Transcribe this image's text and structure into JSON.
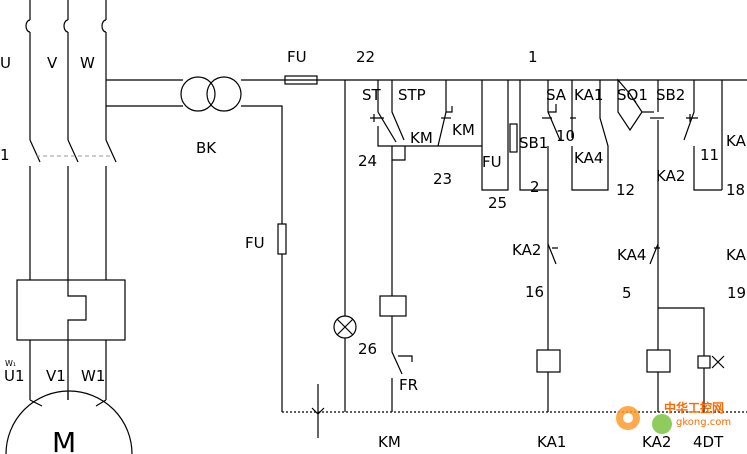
{
  "labels": {
    "U": "U",
    "V": "V",
    "W": "W",
    "one_left": "1",
    "U1": "U1",
    "V1": "V1",
    "W1": "W1",
    "W1_small": "W₁",
    "motor": "M",
    "BK": "BK",
    "FU_top": "FU",
    "FU_mid": "FU",
    "n22": "22",
    "n1": "1",
    "ST": "ST",
    "STP": "STP",
    "KM_contact1": "KM",
    "KM_contact2": "KM",
    "n24": "24",
    "n23": "23",
    "FU_small": "FU",
    "SB1": "SB1",
    "n25": "25",
    "n26": "26",
    "FR": "FR",
    "KM_bottom": "KM",
    "SA": "SA",
    "KA1": "KA1",
    "n10": "10",
    "KA4_contact": "KA4",
    "n2": "2",
    "KA2_nc": "KA2",
    "n16": "16",
    "KA1_bottom": "KA1",
    "SQ1": "SQ1",
    "SB2": "SB2",
    "n12": "12",
    "KA2_contact": "KA2",
    "KA4_nc": "KA4",
    "n5": "5",
    "KA2_bottom": "KA2",
    "DT4": "4DT",
    "n11": "11",
    "n18": "18",
    "n19": "19",
    "KA_right1": "KA",
    "KA_right2": "KA"
  },
  "watermark": {
    "brand": "中华工控网",
    "site": "gkong.com"
  }
}
